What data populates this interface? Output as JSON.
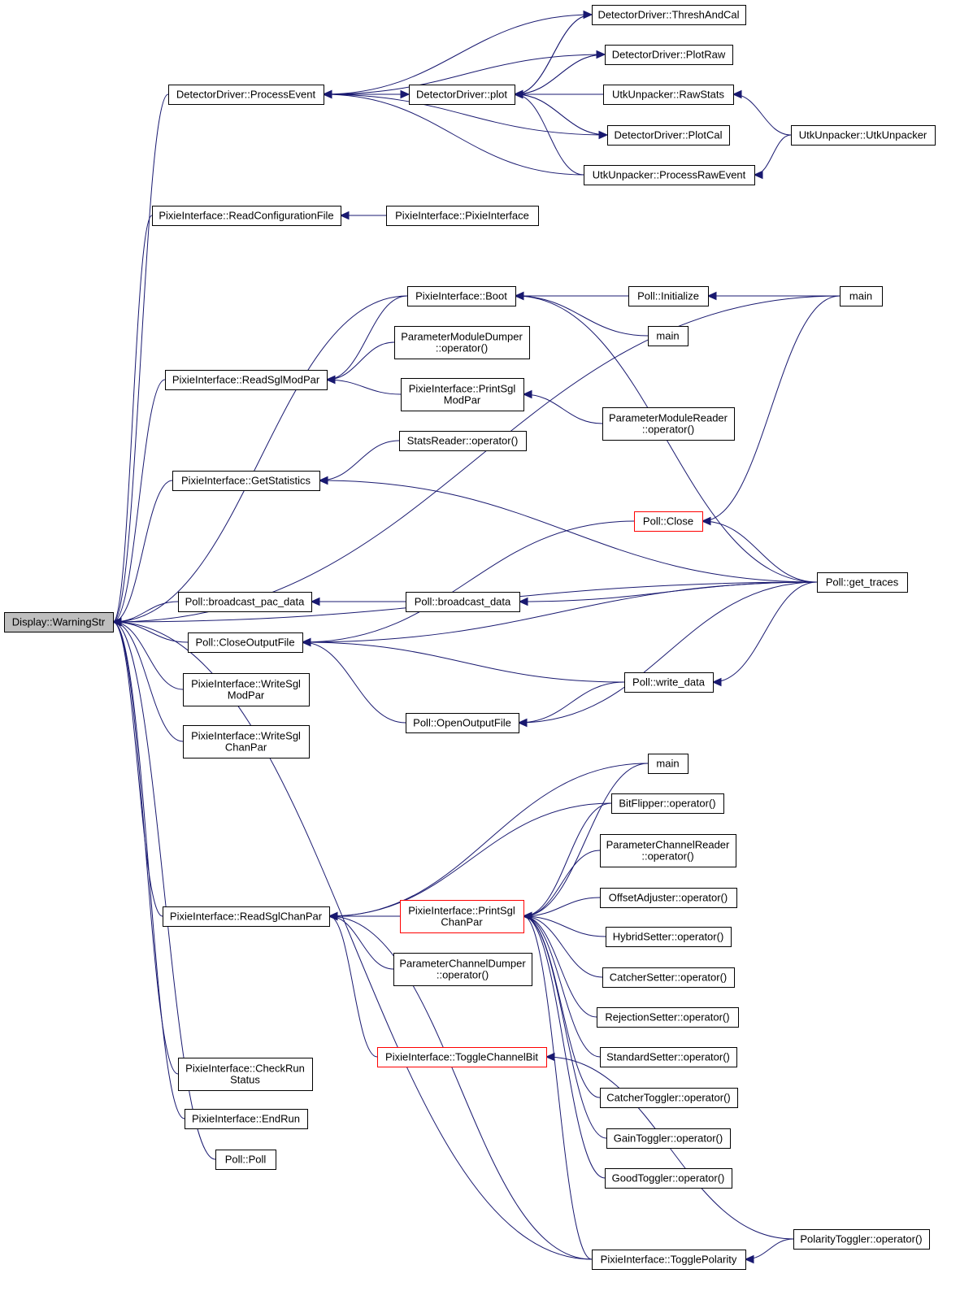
{
  "graph": {
    "root": "Display::WarningStr",
    "colors": {
      "edge": "#191970",
      "node_border": "#000000",
      "highlight_fill": "#bfbfbf",
      "incomplete_border": "#ff0000"
    },
    "nodes": [
      {
        "id": "display_warningstr",
        "lines": [
          "Display::WarningStr"
        ],
        "highlight": true
      },
      {
        "id": "dd_processevent",
        "lines": [
          "DetectorDriver::ProcessEvent"
        ]
      },
      {
        "id": "dd_plot",
        "lines": [
          "DetectorDriver::plot"
        ]
      },
      {
        "id": "dd_threshandcal",
        "lines": [
          "DetectorDriver::ThreshAndCal"
        ]
      },
      {
        "id": "dd_plotraw",
        "lines": [
          "DetectorDriver::PlotRaw"
        ]
      },
      {
        "id": "utk_rawstats",
        "lines": [
          "UtkUnpacker::RawStats"
        ]
      },
      {
        "id": "dd_plotcal",
        "lines": [
          "DetectorDriver::PlotCal"
        ]
      },
      {
        "id": "utk_unpacker",
        "lines": [
          "UtkUnpacker::UtkUnpacker"
        ]
      },
      {
        "id": "utk_processrawevent",
        "lines": [
          "UtkUnpacker::ProcessRawEvent"
        ]
      },
      {
        "id": "pi_readconfig",
        "lines": [
          "PixieInterface::ReadConfigurationFile"
        ]
      },
      {
        "id": "pi_pixieinterface",
        "lines": [
          "PixieInterface::PixieInterface"
        ]
      },
      {
        "id": "pi_boot",
        "lines": [
          "PixieInterface::Boot"
        ]
      },
      {
        "id": "poll_initialize",
        "lines": [
          "Poll::Initialize"
        ]
      },
      {
        "id": "main_1",
        "lines": [
          "main"
        ]
      },
      {
        "id": "main_2",
        "lines": [
          "main"
        ]
      },
      {
        "id": "pmd_operator",
        "lines": [
          "ParameterModuleDumper",
          "::operator()"
        ]
      },
      {
        "id": "pi_readsglmodpar",
        "lines": [
          "PixieInterface::ReadSglModPar"
        ]
      },
      {
        "id": "pi_printsglmodpar",
        "lines": [
          "PixieInterface::PrintSgl",
          "ModPar"
        ]
      },
      {
        "id": "pmr_operator",
        "lines": [
          "ParameterModuleReader",
          "::operator()"
        ]
      },
      {
        "id": "sr_operator",
        "lines": [
          "StatsReader::operator()"
        ]
      },
      {
        "id": "pi_getstatistics",
        "lines": [
          "PixieInterface::GetStatistics"
        ]
      },
      {
        "id": "poll_close",
        "lines": [
          "Poll::Close"
        ],
        "incomplete": true
      },
      {
        "id": "poll_get_traces",
        "lines": [
          "Poll::get_traces"
        ]
      },
      {
        "id": "poll_bcast_pac",
        "lines": [
          "Poll::broadcast_pac_data"
        ]
      },
      {
        "id": "poll_bcast",
        "lines": [
          "Poll::broadcast_data"
        ]
      },
      {
        "id": "poll_closeoutput",
        "lines": [
          "Poll::CloseOutputFile"
        ]
      },
      {
        "id": "poll_write_data",
        "lines": [
          "Poll::write_data"
        ]
      },
      {
        "id": "pi_writesglmodpar",
        "lines": [
          "PixieInterface::WriteSgl",
          "ModPar"
        ]
      },
      {
        "id": "pi_writesglchanpar",
        "lines": [
          "PixieInterface::WriteSgl",
          "ChanPar"
        ]
      },
      {
        "id": "poll_openoutput",
        "lines": [
          "Poll::OpenOutputFile"
        ]
      },
      {
        "id": "main_3",
        "lines": [
          "main"
        ]
      },
      {
        "id": "bf_operator",
        "lines": [
          "BitFlipper::operator()"
        ]
      },
      {
        "id": "pcr_operator",
        "lines": [
          "ParameterChannelReader",
          "::operator()"
        ]
      },
      {
        "id": "oa_operator",
        "lines": [
          "OffsetAdjuster::operator()"
        ]
      },
      {
        "id": "pi_readsglchanpar",
        "lines": [
          "PixieInterface::ReadSglChanPar"
        ]
      },
      {
        "id": "pi_printsglchanpar",
        "lines": [
          "PixieInterface::PrintSgl",
          "ChanPar"
        ],
        "incomplete": true
      },
      {
        "id": "hs_operator",
        "lines": [
          "HybridSetter::operator()"
        ]
      },
      {
        "id": "pcd_operator",
        "lines": [
          "ParameterChannelDumper",
          "::operator()"
        ]
      },
      {
        "id": "cs_operator",
        "lines": [
          "CatcherSetter::operator()"
        ]
      },
      {
        "id": "rs_operator",
        "lines": [
          "RejectionSetter::operator()"
        ]
      },
      {
        "id": "pi_togglechannelbit",
        "lines": [
          "PixieInterface::ToggleChannelBit"
        ],
        "incomplete": true
      },
      {
        "id": "ss_operator",
        "lines": [
          "StandardSetter::operator()"
        ]
      },
      {
        "id": "pi_checkrunstatus",
        "lines": [
          "PixieInterface::CheckRun",
          "Status"
        ]
      },
      {
        "id": "ct_operator",
        "lines": [
          "CatcherToggler::operator()"
        ]
      },
      {
        "id": "pi_endrun",
        "lines": [
          "PixieInterface::EndRun"
        ]
      },
      {
        "id": "gt_operator",
        "lines": [
          "GainToggler::operator()"
        ]
      },
      {
        "id": "poll_poll",
        "lines": [
          "Poll::Poll"
        ]
      },
      {
        "id": "gdt_operator",
        "lines": [
          "GoodToggler::operator()"
        ]
      },
      {
        "id": "pt_operator",
        "lines": [
          "PolarityToggler::operator()"
        ]
      },
      {
        "id": "pi_togglepolarity",
        "lines": [
          "PixieInterface::TogglePolarity"
        ]
      }
    ],
    "edges": [
      [
        "display_warningstr",
        "dd_processevent"
      ],
      [
        "display_warningstr",
        "pi_readconfig"
      ],
      [
        "display_warningstr",
        "main_1"
      ],
      [
        "display_warningstr",
        "pi_boot"
      ],
      [
        "display_warningstr",
        "pi_readsglmodpar"
      ],
      [
        "display_warningstr",
        "pi_getstatistics"
      ],
      [
        "display_warningstr",
        "poll_get_traces"
      ],
      [
        "display_warningstr",
        "poll_bcast_pac"
      ],
      [
        "display_warningstr",
        "poll_closeoutput"
      ],
      [
        "display_warningstr",
        "pi_writesglmodpar"
      ],
      [
        "display_warningstr",
        "pi_writesglchanpar"
      ],
      [
        "display_warningstr",
        "pi_readsglchanpar"
      ],
      [
        "display_warningstr",
        "pi_checkrunstatus"
      ],
      [
        "display_warningstr",
        "pi_endrun"
      ],
      [
        "display_warningstr",
        "poll_poll"
      ],
      [
        "display_warningstr",
        "pi_togglepolarity"
      ],
      [
        "dd_processevent",
        "dd_plot"
      ],
      [
        "dd_plot",
        "dd_processevent"
      ],
      [
        "dd_processevent",
        "dd_threshandcal"
      ],
      [
        "dd_processevent",
        "dd_plotraw"
      ],
      [
        "dd_processevent",
        "dd_plotcal"
      ],
      [
        "dd_processevent",
        "utk_processrawevent"
      ],
      [
        "dd_plot",
        "dd_threshandcal"
      ],
      [
        "dd_plot",
        "dd_plotraw"
      ],
      [
        "dd_plot",
        "utk_rawstats"
      ],
      [
        "dd_plot",
        "dd_plotcal"
      ],
      [
        "dd_plot",
        "utk_processrawevent"
      ],
      [
        "dd_threshandcal",
        "dd_plot"
      ],
      [
        "dd_plotraw",
        "dd_plot"
      ],
      [
        "dd_plotcal",
        "dd_plot"
      ],
      [
        "utk_rawstats",
        "utk_unpacker"
      ],
      [
        "utk_processrawevent",
        "utk_unpacker"
      ],
      [
        "pi_readconfig",
        "pi_pixieinterface"
      ],
      [
        "pi_boot",
        "poll_initialize"
      ],
      [
        "pi_boot",
        "main_2"
      ],
      [
        "pi_boot",
        "poll_get_traces"
      ],
      [
        "poll_initialize",
        "main_1"
      ],
      [
        "pi_readsglmodpar",
        "pi_boot"
      ],
      [
        "pi_readsglmodpar",
        "pmd_operator"
      ],
      [
        "pi_readsglmodpar",
        "pi_printsglmodpar"
      ],
      [
        "pi_printsglmodpar",
        "pmr_operator"
      ],
      [
        "pi_getstatistics",
        "sr_operator"
      ],
      [
        "pi_getstatistics",
        "poll_get_traces"
      ],
      [
        "poll_close",
        "main_1"
      ],
      [
        "poll_close",
        "poll_get_traces"
      ],
      [
        "poll_bcast_pac",
        "poll_bcast"
      ],
      [
        "poll_bcast",
        "poll_get_traces"
      ],
      [
        "poll_closeoutput",
        "poll_close"
      ],
      [
        "poll_closeoutput",
        "poll_get_traces"
      ],
      [
        "poll_closeoutput",
        "poll_write_data"
      ],
      [
        "poll_closeoutput",
        "poll_openoutput"
      ],
      [
        "poll_write_data",
        "poll_get_traces"
      ],
      [
        "poll_openoutput",
        "poll_write_data"
      ],
      [
        "poll_openoutput",
        "poll_get_traces"
      ],
      [
        "pi_readsglchanpar",
        "main_3"
      ],
      [
        "pi_readsglchanpar",
        "bf_operator"
      ],
      [
        "pi_readsglchanpar",
        "pi_printsglchanpar"
      ],
      [
        "pi_readsglchanpar",
        "pcd_operator"
      ],
      [
        "pi_readsglchanpar",
        "pi_togglechannelbit"
      ],
      [
        "pi_readsglchanpar",
        "pi_togglepolarity"
      ],
      [
        "pi_printsglchanpar",
        "main_3"
      ],
      [
        "pi_printsglchanpar",
        "bf_operator"
      ],
      [
        "pi_printsglchanpar",
        "pcr_operator"
      ],
      [
        "pi_printsglchanpar",
        "oa_operator"
      ],
      [
        "pi_printsglchanpar",
        "hs_operator"
      ],
      [
        "pi_printsglchanpar",
        "cs_operator"
      ],
      [
        "pi_printsglchanpar",
        "rs_operator"
      ],
      [
        "pi_printsglchanpar",
        "ss_operator"
      ],
      [
        "pi_printsglchanpar",
        "ct_operator"
      ],
      [
        "pi_printsglchanpar",
        "gt_operator"
      ],
      [
        "pi_printsglchanpar",
        "gdt_operator"
      ],
      [
        "pi_printsglchanpar",
        "pi_togglepolarity"
      ],
      [
        "pi_togglechannelbit",
        "pt_operator"
      ],
      [
        "pi_togglepolarity",
        "pt_operator"
      ]
    ]
  }
}
